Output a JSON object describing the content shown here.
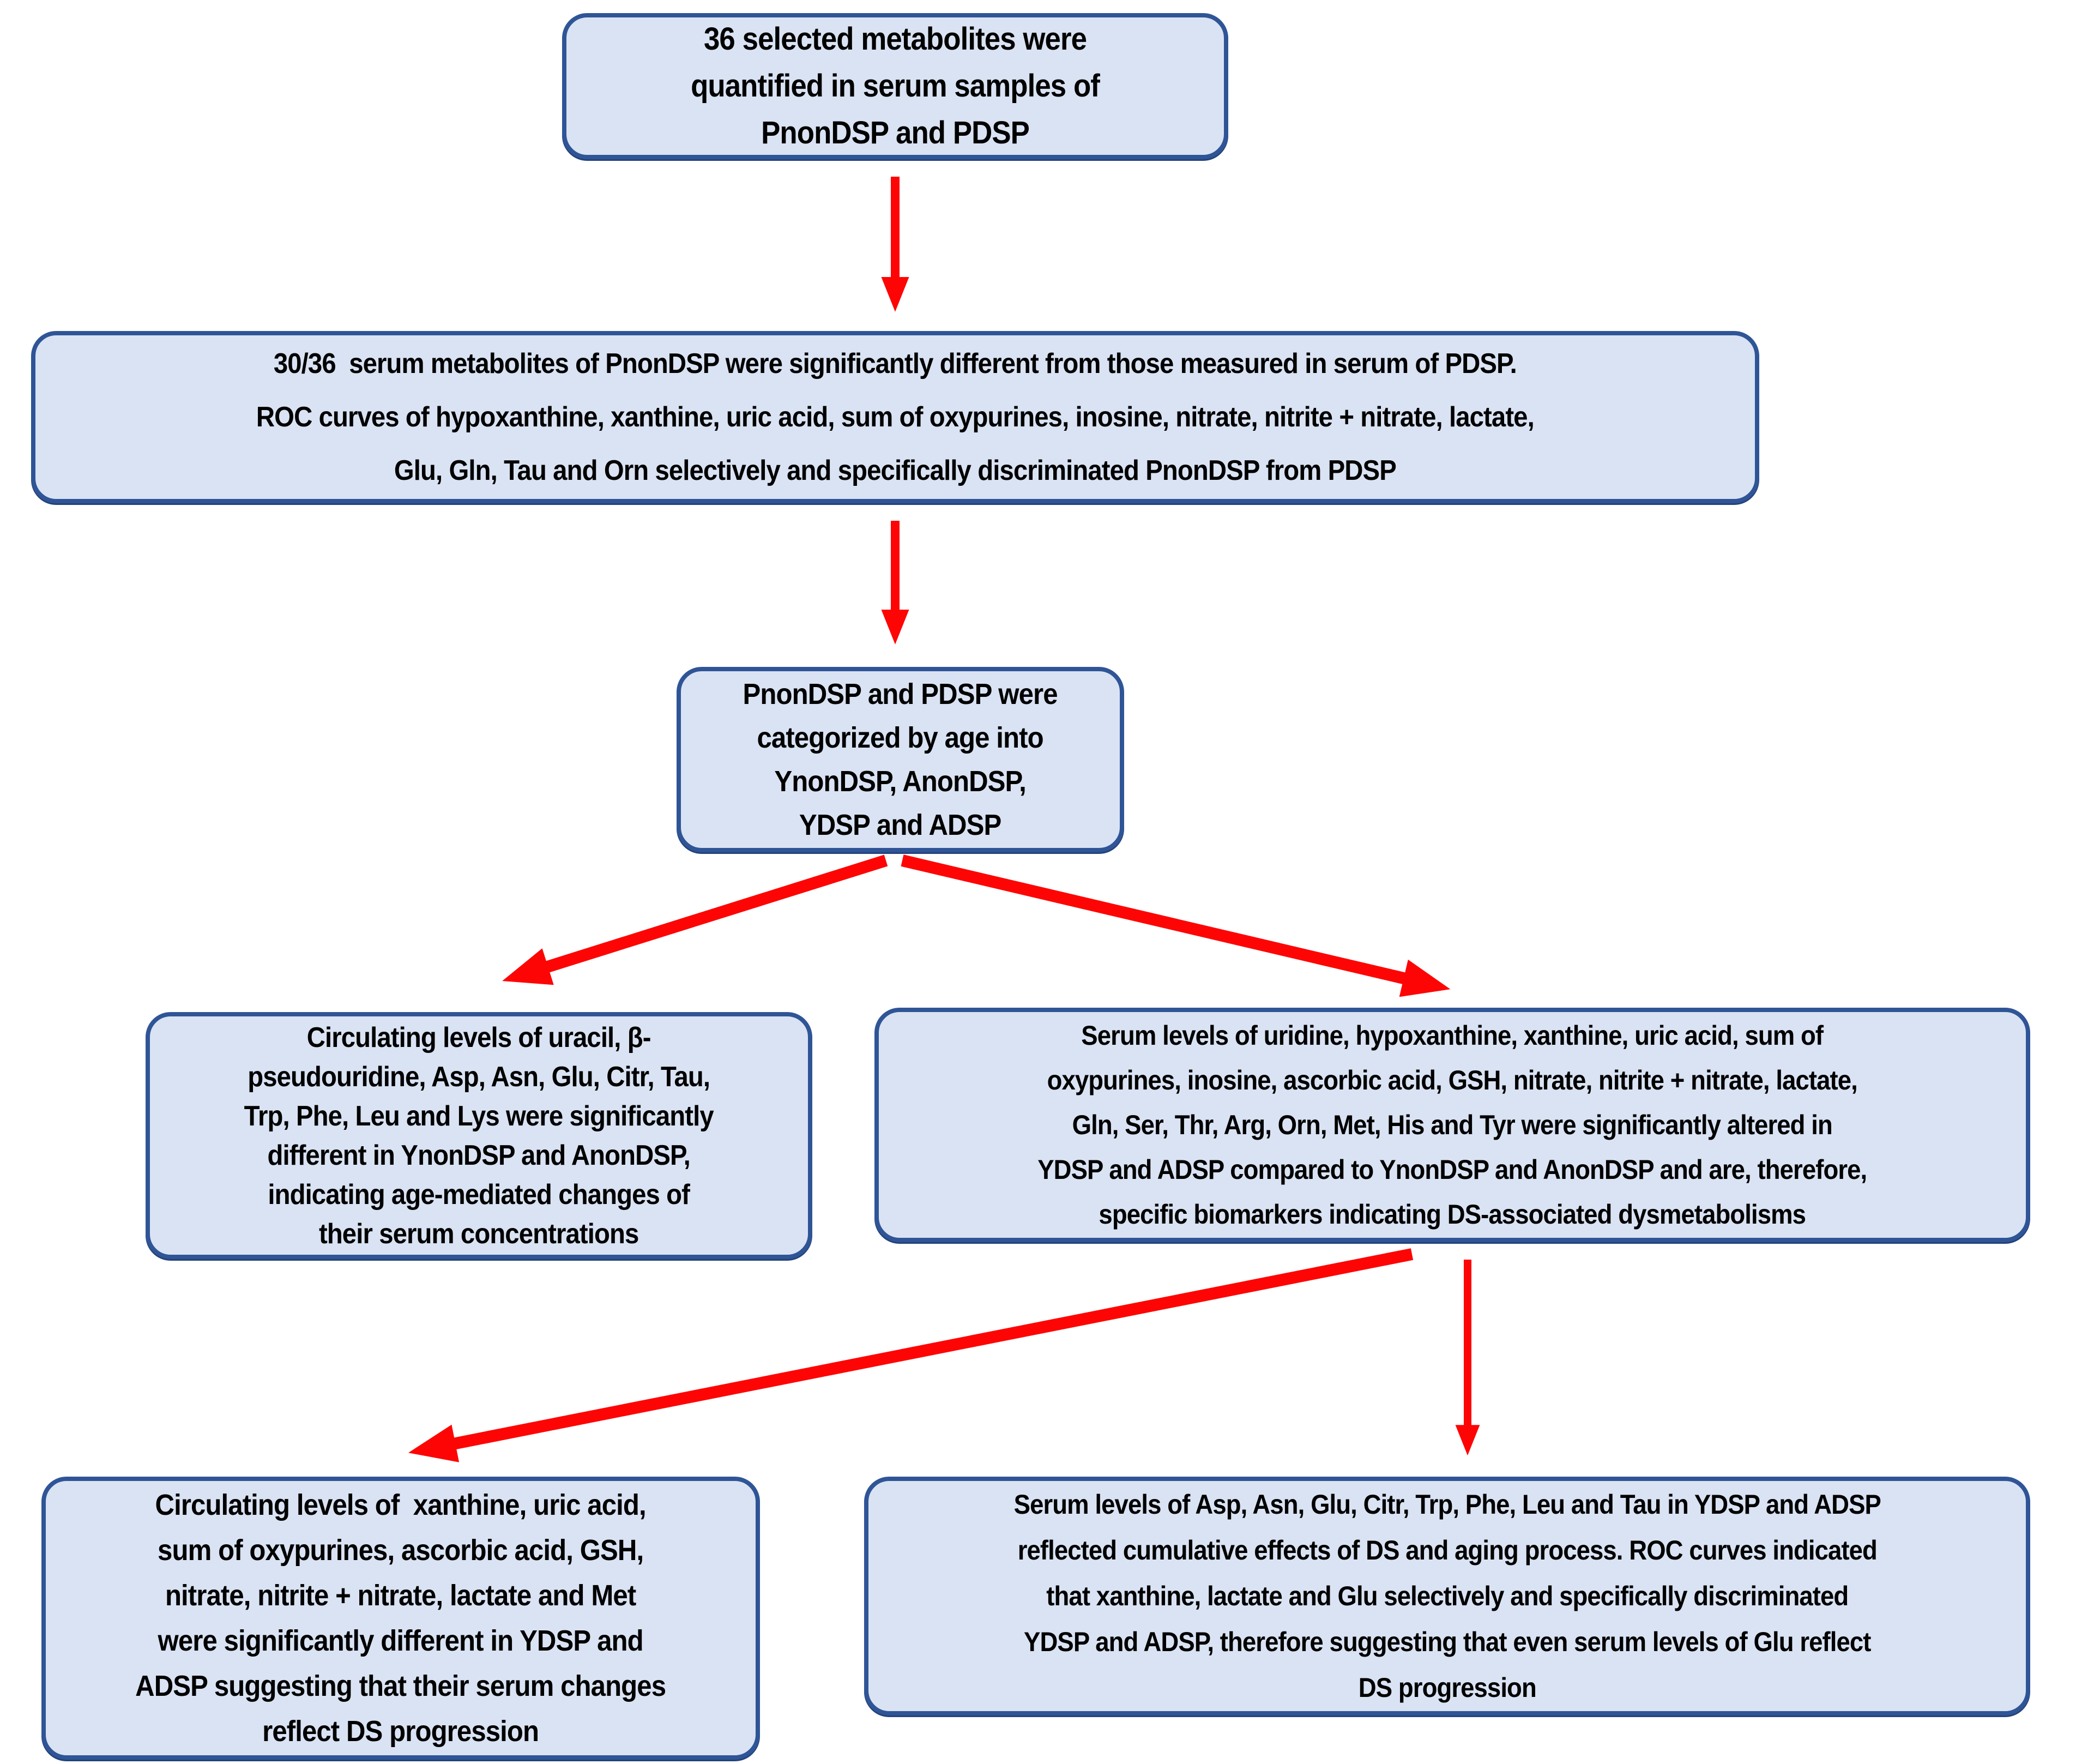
{
  "figure": {
    "type": "flowchart",
    "colors": {
      "box_fill": "#dae3f3",
      "box_border": "#2f5597",
      "arrow": "#fe0505",
      "text": "#010101"
    },
    "nodes": {
      "top": {
        "lines": [
          "36 selected metabolites were",
          "quantified in serum samples of",
          "PnonDSP and PDSP"
        ]
      },
      "screening": {
        "lines": [
          "30/36  serum metabolites of PnonDSP were significantly different from those measured in serum of PDSP.",
          "ROC curves of hypoxanthine, xanthine, uric acid, sum of oxypurines, inosine, nitrate, nitrite + nitrate, lactate,",
          "Glu, Gln, Tau and Orn selectively and specifically discriminated PnonDSP from PDSP"
        ]
      },
      "categorize": {
        "lines": [
          "PnonDSP and PDSP were",
          "categorized by age into",
          "YnonDSP, AnonDSP,",
          "YDSP and ADSP"
        ]
      },
      "age_changes": {
        "lines": [
          "Circulating levels of uracil, β-",
          "pseudouridine, Asp, Asn, Glu, Citr, Tau,",
          "Trp, Phe, Leu and Lys were significantly",
          "different in YnonDSP and AnonDSP,",
          "indicating age-mediated changes of",
          "their serum concentrations"
        ]
      },
      "ds_biomarkers": {
        "lines": [
          "Serum levels of uridine, hypoxanthine, xanthine, uric acid, sum of",
          "oxypurines, inosine, ascorbic acid, GSH, nitrate, nitrite + nitrate, lactate,",
          "Gln, Ser, Thr, Arg, Orn, Met, His and Tyr were significantly altered in",
          "YDSP and ADSP compared to YnonDSP and AnonDSP and are, therefore,",
          "specific biomarkers indicating DS-associated dysmetabolisms"
        ]
      },
      "ds_progression": {
        "lines": [
          "Circulating levels of  xanthine, uric acid,",
          "sum of oxypurines, ascorbic acid, GSH,",
          "nitrate, nitrite + nitrate, lactate and Met",
          "were significantly different in YDSP and",
          "ADSP suggesting that their serum changes",
          "reflect DS progression"
        ]
      },
      "cumulative": {
        "lines": [
          "Serum levels of Asp, Asn, Glu, Citr, Trp, Phe, Leu and Tau in YDSP and ADSP",
          "reflected cumulative effects of DS and aging process. ROC curves indicated",
          "that xanthine, lactate and Glu selectively and specifically discriminated",
          "YDSP and ADSP, therefore suggesting that even serum levels of Glu reflect",
          "DS progression"
        ]
      }
    },
    "edges": [
      {
        "from": "top",
        "to": "screening"
      },
      {
        "from": "screening",
        "to": "categorize"
      },
      {
        "from": "categorize",
        "to": "age_changes"
      },
      {
        "from": "categorize",
        "to": "ds_biomarkers"
      },
      {
        "from": "ds_biomarkers",
        "to": "ds_progression"
      },
      {
        "from": "ds_biomarkers",
        "to": "cumulative"
      }
    ]
  }
}
